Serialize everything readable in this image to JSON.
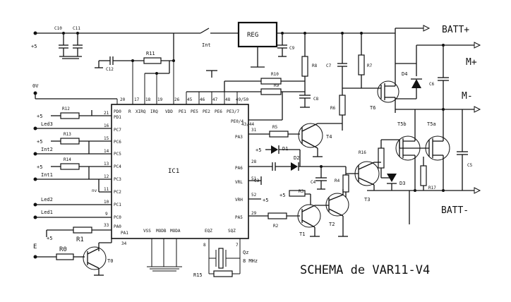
{
  "title": "SCHEMA de VAR11-V4",
  "ic": {
    "name": "IC1",
    "top_pins": [
      "20",
      "17",
      "18",
      "19",
      "26",
      "45",
      "46",
      "47",
      "48",
      "49/50"
    ],
    "top_signals": [
      "PD0",
      "R",
      "XIRQ",
      "IRQ",
      "VDD",
      "PE1",
      "PE5",
      "PE2",
      "PE6",
      "PE3/7"
    ],
    "left_pins": [
      "21",
      "16",
      "15",
      "14",
      "13",
      "12",
      "11",
      "10",
      "9",
      "33",
      "34"
    ],
    "left_signals": [
      "PD1",
      "PC7",
      "PC6",
      "PC5",
      "PC4",
      "PC3",
      "PC2",
      "PC1",
      "PC0",
      "PA0",
      "PA1"
    ],
    "right_pins": [
      "43/44",
      "31",
      "28",
      "51",
      "52",
      "29"
    ],
    "right_signals": [
      "PE0/4",
      "PA3",
      "PA6",
      "VRL",
      "VRH",
      "PA5"
    ],
    "bottom_signals": [
      "VSS",
      "MODB",
      "MODA",
      "EQZ",
      "SQZ"
    ],
    "bottom_pins": [
      "8",
      "7"
    ],
    "nv": "nv"
  },
  "supply": {
    "plus5": "+5",
    "zero": "0V",
    "e": "E",
    "batt_plus": "BATT+",
    "batt_minus": "BATT-",
    "m_plus": "M+",
    "m_minus": "M-",
    "int": "Int"
  },
  "inputs": {
    "led3": "Led3",
    "int2": "Int2",
    "int1": "Int1",
    "led2": "Led2",
    "led1": "Led1"
  },
  "components": {
    "c10": "C10",
    "c11": "C11",
    "c12": "C12",
    "r11": "R11",
    "reg": "REG",
    "c9": "C9",
    "r10": "R10",
    "r9": "R9",
    "c8": "C8",
    "r8": "R8",
    "c7": "C7",
    "r7": "R7",
    "r6": "R6",
    "d4": "D4",
    "c6": "C6",
    "t6": "T6",
    "r12": "R12",
    "r13": "R13",
    "r14": "R14",
    "r5": "R5",
    "t4": "T4",
    "d1": "D1",
    "d2": "D2",
    "c3": "C3",
    "c4": "C4",
    "r16": "R16",
    "t5b": "T5b",
    "t5a": "T5a",
    "c5": "C5",
    "r4": "R4",
    "r3": "R3",
    "t3": "T3",
    "d3": "D3",
    "r17": "R17",
    "r2": "R2",
    "t1": "T1",
    "t2": "T2",
    "r1": "R1",
    "r0": "R0",
    "t0": "T0",
    "r15": "R15",
    "qz": "Qz",
    "qz_freq": "8 MHz",
    "p5a": "+5",
    "p5b": "+5",
    "p5c": "+5",
    "p5d": "+5",
    "p5e": "+5",
    "p5f": "+5"
  }
}
